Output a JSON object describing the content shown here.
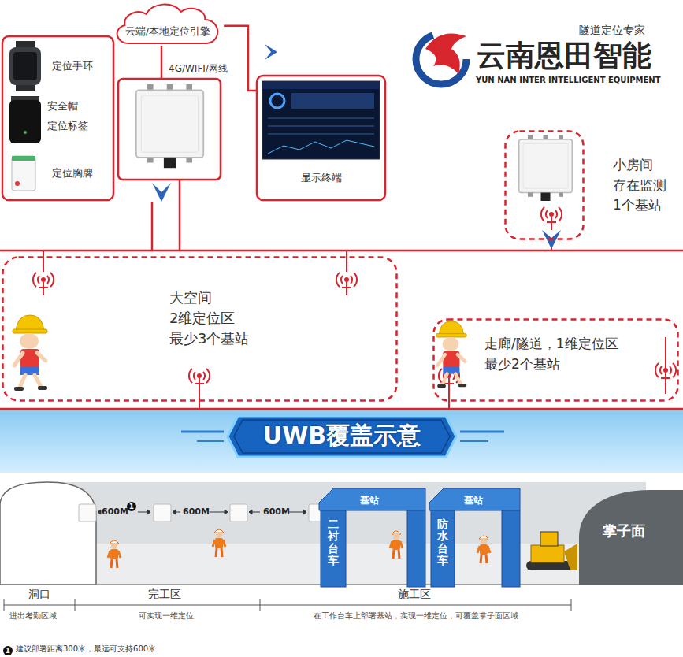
{
  "diagram": {
    "nodes": [
      {
        "text": [
          "云端/本地定位引擎"
        ]
      },
      {
        "text": [
          "定位手环",
          "安全帽 定位标签",
          "定位胸牌"
        ]
      },
      {
        "text": [
          "显示终端"
        ]
      },
      {
        "text": [
          "小房间 存在监测 1个基站"
        ]
      },
      {
        "text": [
          "大空间 2维定位区 最少3个基站"
        ]
      },
      {
        "text": [
          "走廊/隧道，1维定位区 最少2个基站"
        ]
      },
      {
        "text": [
          "UWB覆盖示意"
        ]
      },
      {
        "text": [
          "基站",
          "二衬台车"
        ]
      },
      {
        "text": [
          "基站",
          "防水台车"
        ]
      },
      {
        "text": [
          "掌子面"
        ]
      }
    ],
    "edges": [
      {
        "from": 0,
        "to": 2,
        "arrow": "none"
      }
    ],
    "labels": [
      "4G/WIFI/网线",
      "隧道定位专家",
      "云南恩田智能",
      "YUN NAN INTER INTELLIGENT EQUIPMENT",
      "600M",
      "1",
      "600M",
      "600M",
      "洞口",
      "进出考勤区域",
      "完工区",
      "可实现一维定位",
      "施工区",
      "在工作台车上部署基站，实现一维定位，可覆盖掌子面区域",
      "1",
      "建议部署距离300米，最远可支持600米"
    ]
  }
}
